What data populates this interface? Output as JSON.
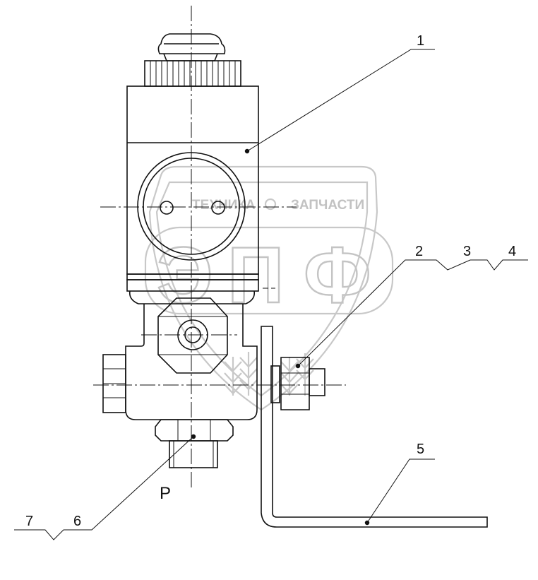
{
  "drawing": {
    "callouts": [
      {
        "id": "c1",
        "text": "1"
      },
      {
        "id": "c2",
        "text": "2"
      },
      {
        "id": "c3",
        "text": "3"
      },
      {
        "id": "c4",
        "text": "4"
      },
      {
        "id": "c5",
        "text": "5"
      },
      {
        "id": "c6",
        "text": "6"
      },
      {
        "id": "c7",
        "text": "7"
      }
    ],
    "port_label": "P"
  },
  "watermark": {
    "top_left_text": "ТЕХНИКА",
    "top_right_text": "ЗАПЧАСТИ",
    "big_letters": [
      "Э",
      "П",
      "Ф"
    ],
    "color": "#c8c8c8"
  },
  "colors": {
    "line": "#111111",
    "background": "#ffffff"
  }
}
